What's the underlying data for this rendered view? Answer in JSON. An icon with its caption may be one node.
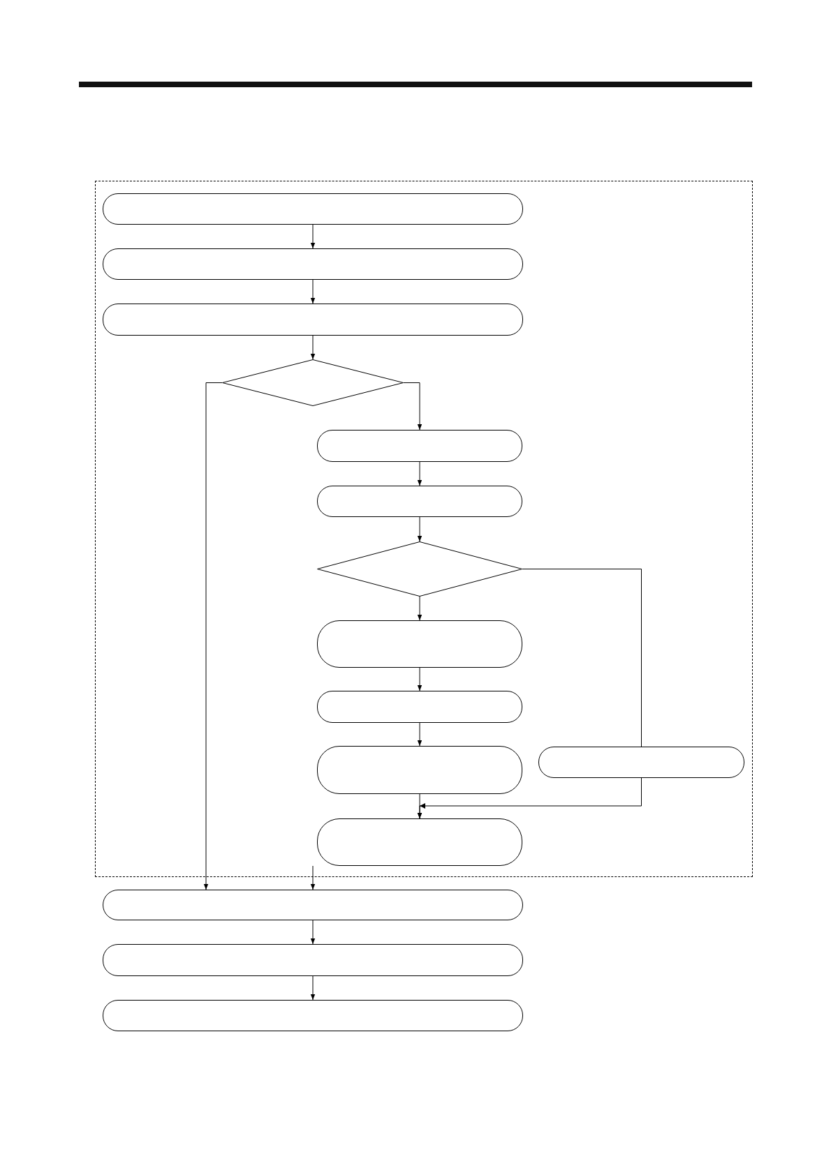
{
  "diagram": {
    "nodes": [
      {
        "text": [],
        "shape": "box"
      },
      {
        "text": [],
        "shape": "box"
      },
      {
        "text": [],
        "shape": "box"
      },
      {
        "text": [],
        "shape": "diamond"
      },
      {
        "text": [],
        "shape": "box"
      },
      {
        "text": [],
        "shape": "box"
      },
      {
        "text": [],
        "shape": "diamond"
      },
      {
        "text": [],
        "shape": "box"
      },
      {
        "text": [],
        "shape": "box"
      },
      {
        "text": [],
        "shape": "box"
      },
      {
        "text": [],
        "shape": "box"
      },
      {
        "text": [],
        "shape": "box"
      },
      {
        "text": [],
        "shape": "box"
      },
      {
        "text": [],
        "shape": "box"
      },
      {
        "text": [],
        "shape": "box"
      }
    ],
    "edges": [
      {
        "from": 0,
        "to": 1,
        "arrow": "to"
      },
      {
        "from": 1,
        "to": 2,
        "arrow": "to"
      },
      {
        "from": 2,
        "to": 3,
        "arrow": "to"
      },
      {
        "from": 3,
        "to": 12,
        "arrow": "to"
      },
      {
        "from": 3,
        "to": 4,
        "arrow": "to"
      },
      {
        "from": 4,
        "to": 5,
        "arrow": "to"
      },
      {
        "from": 5,
        "to": 6,
        "arrow": "to"
      },
      {
        "from": 6,
        "to": 7,
        "arrow": "to"
      },
      {
        "from": 7,
        "to": 8,
        "arrow": "to"
      },
      {
        "from": 8,
        "to": 9,
        "arrow": "to"
      },
      {
        "from": 9,
        "to": 11,
        "arrow": "to"
      },
      {
        "from": 6,
        "to": 10,
        "arrow": "none"
      },
      {
        "from": 10,
        "to": 11,
        "arrow": "to"
      },
      {
        "from": 11,
        "to": 12,
        "arrow": "to"
      },
      {
        "from": 12,
        "to": 13,
        "arrow": "to"
      },
      {
        "from": 13,
        "to": 14,
        "arrow": "to"
      }
    ]
  }
}
